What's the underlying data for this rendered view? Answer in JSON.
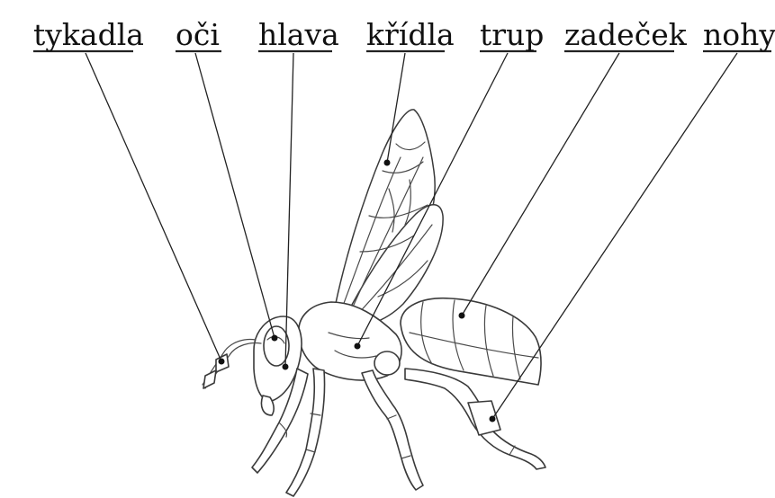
{
  "labels": [
    {
      "key": "tykadla",
      "text": "tykadla"
    },
    {
      "key": "oci",
      "text": "oči"
    },
    {
      "key": "hlava",
      "text": "hlava"
    },
    {
      "key": "kridla",
      "text": "křídla"
    },
    {
      "key": "trup",
      "text": "trup"
    },
    {
      "key": "zadecek",
      "text": "zadeček"
    },
    {
      "key": "nohy",
      "text": "nohy"
    }
  ]
}
